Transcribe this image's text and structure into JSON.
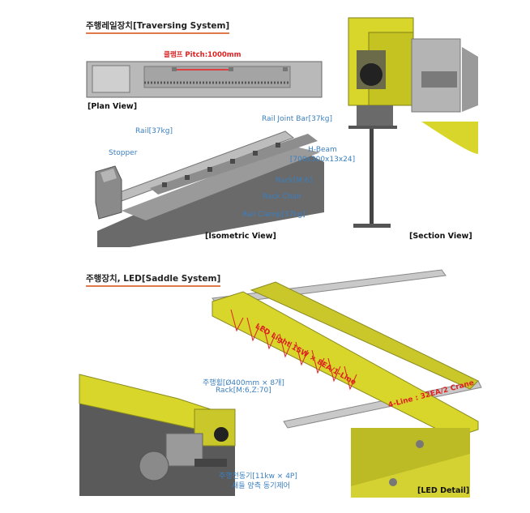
{
  "traversing": {
    "heading": "주행레일장치[Traversing System]",
    "clamp_pitch": "클램프 Pitch:1000mm",
    "plan_view": "[Plan View]",
    "isometric_view": "[Isometric View]",
    "section_view": "[Section View]",
    "rail": "Rail[37kg]",
    "stopper": "Stopper",
    "rack": "Rack[M:6]",
    "rack_chair": "Rack Chair",
    "rail_clamp": "Rail Clamp[37kg]",
    "rail_joint_bar": "Rail Joint Bar[37kg]",
    "h_beam_1": "H-Beam",
    "h_beam_2": "[700x300x13x24]"
  },
  "saddle": {
    "heading": "주행장치, LED[Saddle System]",
    "led_light": "LED Light 15W × 8EA/1-Line",
    "four_line": "4-Line : 32EA/2 Crane",
    "wheel_1": "주행휠[Ø400mm × 8개]",
    "wheel_2": "Rack[M:6,Z:70]",
    "motor_1": "주행전동기[11kw × 4P]",
    "motor_2": "새들 양측 동기제어",
    "led_detail": "[LED Detail]"
  },
  "colors": {
    "accent_underline": "#e07a4a",
    "label_blue": "#3a7fc0",
    "machine_yellow": "#d8d62a",
    "led_red": "#dd2222"
  }
}
